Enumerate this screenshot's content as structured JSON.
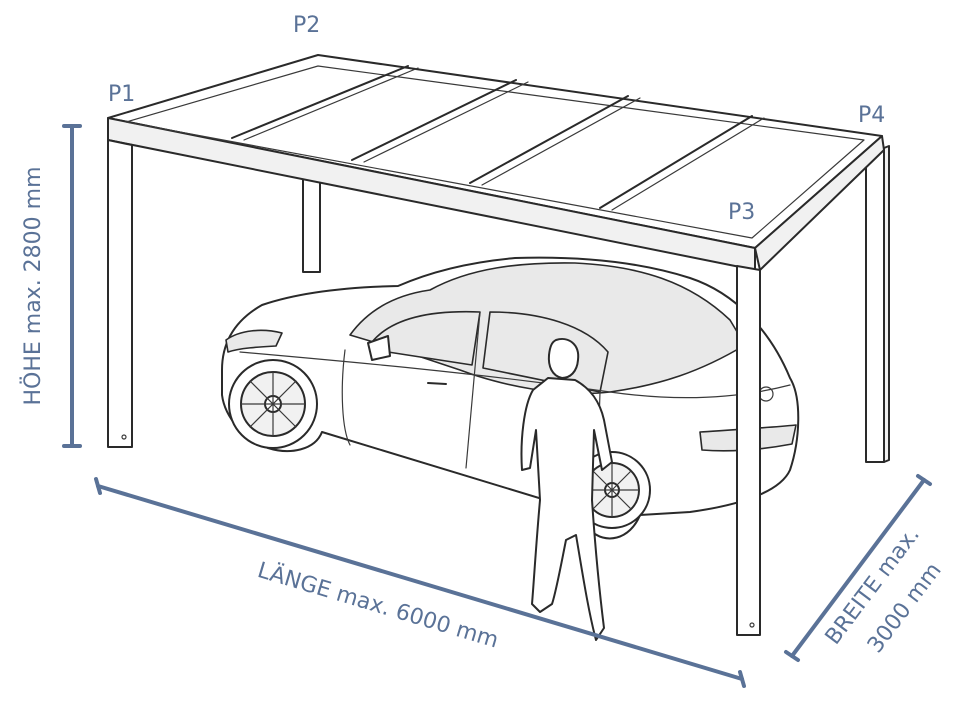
{
  "posts": {
    "p1": "P1",
    "p2": "P2",
    "p3": "P3",
    "p4": "P4"
  },
  "dimensions": {
    "height": "HÖHE max. 2800 mm",
    "length": "LÄNGE max. 6000 mm",
    "width_line1": "BREITE max.",
    "width_line2": "3000 mm"
  },
  "colors": {
    "dimension": "#5a7297",
    "outline": "#2a2a2a"
  }
}
